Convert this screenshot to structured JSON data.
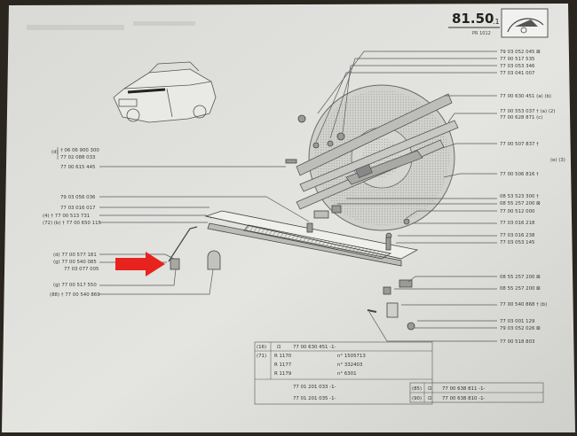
{
  "header": {
    "page_number": "81.50",
    "page_suffix": ".1",
    "code": "PR 1012"
  },
  "right_labels": [
    "79 03 052 045 ⊠",
    "77 00 517 535",
    "77 03 053 346",
    "77 03 041 007",
    "77 00 630 451 (a) (b)",
    "77 00 553 037 † (a) (2)",
    "77 00 628 871 (c)",
    "77 00 507 837 †",
    "(e) (3)",
    "77 00 506 816 †",
    "08 53 523 300 †",
    "08 55 257 200 ⊠",
    "77 00 512 000",
    "77 03 016 218",
    "77 03 016 238",
    "77 03 053 145",
    "08 55 257 200 ⊠",
    "08 55 257 200 ⊠",
    "77 00 540 868 † (b)",
    "77 03 001 129",
    "79 03 052 026 ⊠",
    "77 00 518 803"
  ],
  "left_labels": [
    "† 06 06 900 300",
    "77 02 088 033",
    "77 00 615 445",
    "79 03 056 036",
    "77 03 016 017",
    "(4) † 77 00 513 731",
    "(72) (b) † 77 00 650 115",
    "(d) 77 00 577 181",
    "(g) 77 00 540 085",
    "77 03 077 005",
    "(g) 77 00 517 550",
    "(88) † 77 00 540 869"
  ],
  "bottom_table": {
    "rows": [
      {
        "tag": "(16)",
        "sym": "⊡",
        "part": "77 00 630 451 -1-"
      },
      {
        "tag": "(71)",
        "sym": "R 1170",
        "part": "n° 1505713"
      },
      {
        "tag": "",
        "sym": "R 1177",
        "part": "n° 332403"
      },
      {
        "tag": "",
        "sym": "R 1179",
        "part": "n° 6301"
      }
    ],
    "footer1": "77 01 201 033 -1-",
    "footer2": "77 01 201 035 -1-"
  },
  "right_table": {
    "rows": [
      {
        "tag": "(85)",
        "sym": "⊡",
        "part": "77 00 638 811 -1-"
      },
      {
        "tag": "(90)",
        "sym": "⊡",
        "part": "77 00 638 810 -1-"
      }
    ]
  },
  "corner_text": "PR 1012"
}
